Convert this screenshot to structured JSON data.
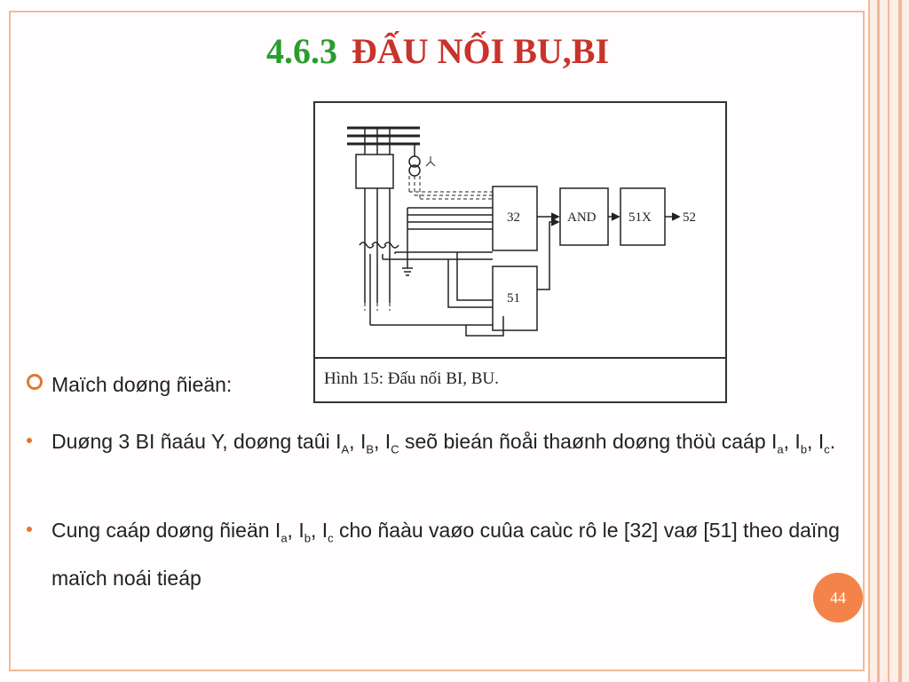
{
  "slide": {
    "title_number": "4.6.3",
    "title_text": "ĐẤU NỐI BU,BI",
    "page_number": "44"
  },
  "figure": {
    "caption": "Hình 15: Đấu nối BI, BU.",
    "blocks": {
      "relay_32": "32",
      "and_gate": "AND",
      "relay_51x": "51X",
      "output": "52",
      "relay_51": "51"
    }
  },
  "bullets": {
    "heading": "Maïch doøng ñieän:",
    "item1_prefix": "Duøng 3 BI ñaáu Y, doøng taûi I",
    "item1_sub_a": "A",
    "item1_sep_1": ", I",
    "item1_sub_b": "B",
    "item1_sep_2": ", I",
    "item1_sub_c": "C",
    "item1_mid": " seõ bieán ñoåi thaønh doøng thöù caáp I",
    "item1_sub_a2": "a",
    "item1_sep_3": ", I",
    "item1_sub_b2": "b",
    "item1_sep_4": ", I",
    "item1_sub_c2": "c",
    "item1_end": ".",
    "item2_prefix": "Cung caáp doøng ñieän I",
    "item2_sub_a": "a",
    "item2_sep_1": ", I",
    "item2_sub_b": "b",
    "item2_sep_2": ", I",
    "item2_sub_c": "c",
    "item2_end": " cho ñaàu vaøo cuûa caùc rô le [32] vaø [51] theo daïng maïch noái tieáp"
  },
  "colors": {
    "title_number": "#2a9d2f",
    "title_text": "#c8332b",
    "accent": "#e0782f",
    "badge": "#f4834a"
  }
}
